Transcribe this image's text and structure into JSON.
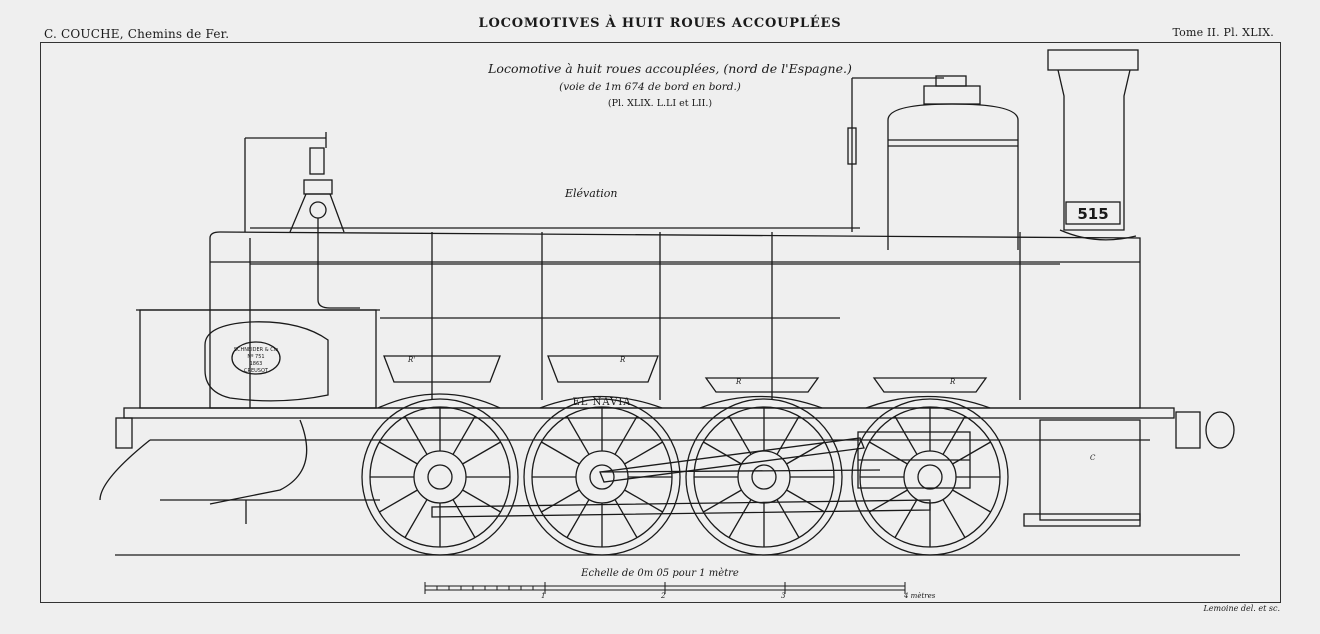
{
  "header": {
    "left": "C. COUCHE, Chemins de Fer.",
    "center": "LOCOMOTIVES À HUIT ROUES ACCOUPLÉES",
    "right": "Tome II.   Pl. XLIX."
  },
  "caption": {
    "line1": "Locomotive à huit roues accouplées, (nord de l'Espagne.)",
    "line2": "(voie de 1m 674 de bord en bord.)",
    "line3": "(Pl. XLIX. L.LI et LII.)"
  },
  "view_label": "Elévation",
  "engine_number": "515",
  "engine_name": "EL NAVIA",
  "builder_plate": {
    "line1": "SCHNEIDER & Cie",
    "line2": "Nº 751",
    "line3": "1863",
    "line4": "CREUSOT"
  },
  "scale": {
    "label": "Echelle de 0m 05 pour 1 mètre",
    "ticks": [
      "1",
      "2",
      "3"
    ],
    "end_label": "4 mètres"
  },
  "credit": "Lemoine del. et sc.",
  "part_labels": {
    "r1": "R'",
    "r2": "R",
    "r3": "R",
    "r4": "R",
    "c": "C"
  },
  "colors": {
    "paper": "#efefef",
    "ink": "#1a1a1a"
  }
}
